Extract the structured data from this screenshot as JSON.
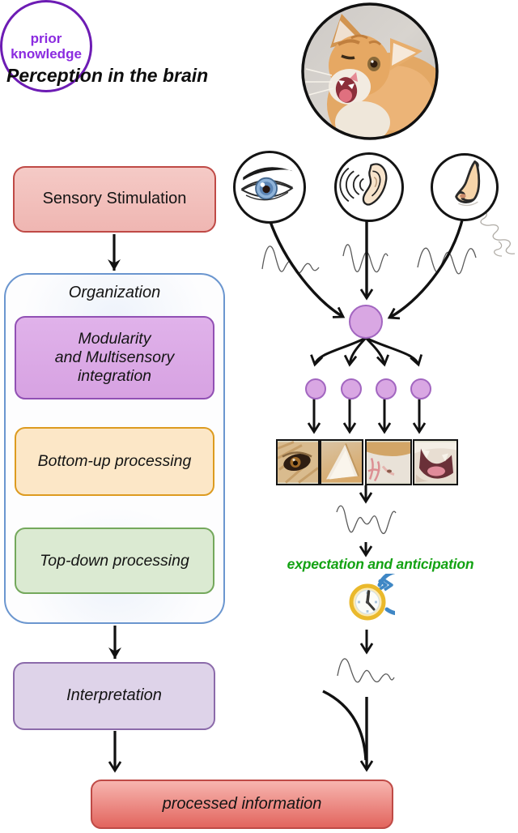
{
  "title": "Perception in the brain",
  "flow": {
    "sensory_stimulation": "Sensory Stimulation",
    "organization": {
      "label": "Organization",
      "modularity_line1": "Modularity",
      "modularity_line2": "and Multisensory",
      "modularity_line3": "integration",
      "bottom_up": "Bottom-up processing",
      "top_down": "Top-down processing"
    },
    "interpretation": "Interpretation",
    "processed_information": "processed information"
  },
  "right_flow": {
    "expectation_label": "expectation and anticipation",
    "prior_knowledge_line1": "prior",
    "prior_knowledge_line2": "knowledge"
  },
  "icons": {
    "cat_photo": "circular photo of meowing ginger cat",
    "eye": "eye-icon",
    "ear": "ear-with-sound-waves-icon",
    "nose": "nose-with-scent-icon",
    "clock": "clock-with-circular-arrow-icon",
    "signal_waves": "wavy-signal-lines",
    "integration_node": "purple-circle-node",
    "feature_nodes_count": 4,
    "crops": [
      "cat-eye-crop",
      "cat-ear-crop",
      "cat-nose-crop",
      "cat-mouth-crop"
    ]
  },
  "colors": {
    "sensory_fill": "#f2c0bc",
    "sensory_border": "#bf4a46",
    "organization_border": "#6b96cf",
    "modularity_fill": "#dcabe6",
    "modularity_border": "#9150b4",
    "bottom_up_fill": "#fce7c7",
    "bottom_up_border": "#dd9b20",
    "top_down_fill": "#dbead2",
    "top_down_border": "#74a85c",
    "interpretation_fill": "#ded3e9",
    "interpretation_border": "#8b6aaa",
    "processed_fill_top": "#f7b5af",
    "processed_fill_bottom": "#e2655e",
    "processed_border": "#bf4a46",
    "node_fill": "#d9a7e3",
    "node_border": "#a266c0",
    "expectation_text": "#12a212",
    "prior_knowledge_text": "#8b2be0",
    "prior_knowledge_border": "#6d1cb4",
    "arrow": "#111111"
  }
}
